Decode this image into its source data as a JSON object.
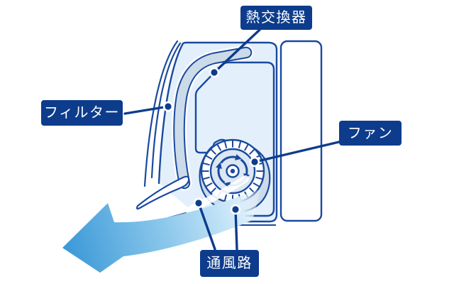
{
  "callouts": {
    "heat_exchanger": "熱交換器",
    "filter": "フィルター",
    "fan": "ファン",
    "air_passage": "通風路"
  },
  "colors": {
    "background": "#ffffff",
    "label_background": "#0d3c8c",
    "label_text": "#ffffff",
    "outline": "#1a4a9e",
    "body_fill": "#e3f0fb",
    "component_gray": "#ccdbe9",
    "fan_inner_fill": "#dbe7f3",
    "arrow_light": "#d7edfa",
    "arrow_dark": "#3d9ad8"
  }
}
